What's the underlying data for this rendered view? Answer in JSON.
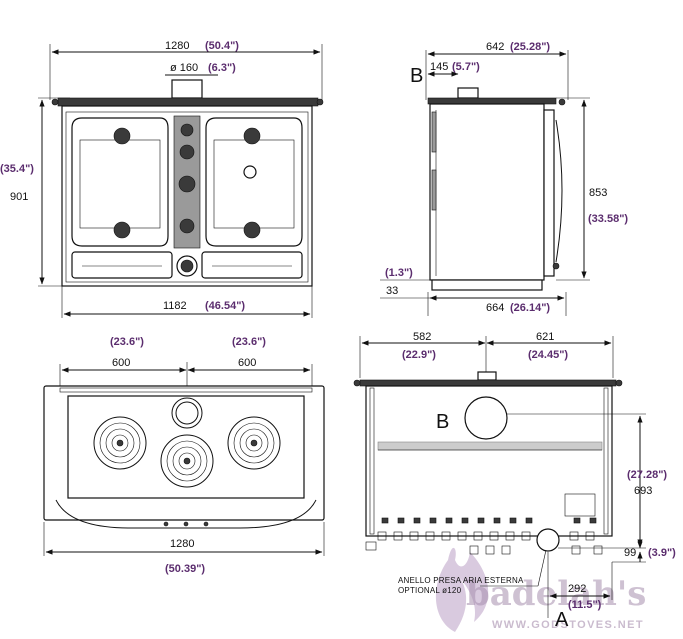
{
  "front_view": {
    "overall_width": "1280",
    "overall_width_in": "(50.4\")",
    "flue_diameter": "ø 160",
    "flue_diameter_in": "(6.3\")",
    "height": "901",
    "height_in": "(35.4\")",
    "base_width": "1182",
    "base_width_in": "(46.54\")"
  },
  "side_view": {
    "depth": "642",
    "depth_in": "(25.28\")",
    "flue_offset": "145",
    "flue_offset_in": "(5.7\")",
    "flue_label": "B",
    "height": "853",
    "height_in": "(33.58\")",
    "foot": "33",
    "foot_in": "(1.3\")",
    "base_depth": "664",
    "base_depth_in": "(26.14\")"
  },
  "top_view": {
    "left_half": "600",
    "left_half_in": "(23.6\")",
    "right_half": "600",
    "right_half_in": "(23.6\")",
    "width": "1280",
    "width_in": "(50.39\")"
  },
  "rear_view": {
    "left": "582",
    "left_in": "(22.9\")",
    "right": "621",
    "right_in": "(24.45\")",
    "flue_label": "B",
    "flue_height": "693",
    "flue_height_in": "(27.28\")",
    "air_height": "99",
    "air_height_in": "(3.9\")",
    "air_offset": "292",
    "air_offset_in": "(11.5\")",
    "air_label": "A",
    "note_line1": "ANELLO PRESA ARIA ESTERNA",
    "note_line2": "OPTIONAL ø120"
  },
  "watermark": {
    "brand": "badelah's",
    "site": "WWW.GODSTOVES.NET"
  }
}
